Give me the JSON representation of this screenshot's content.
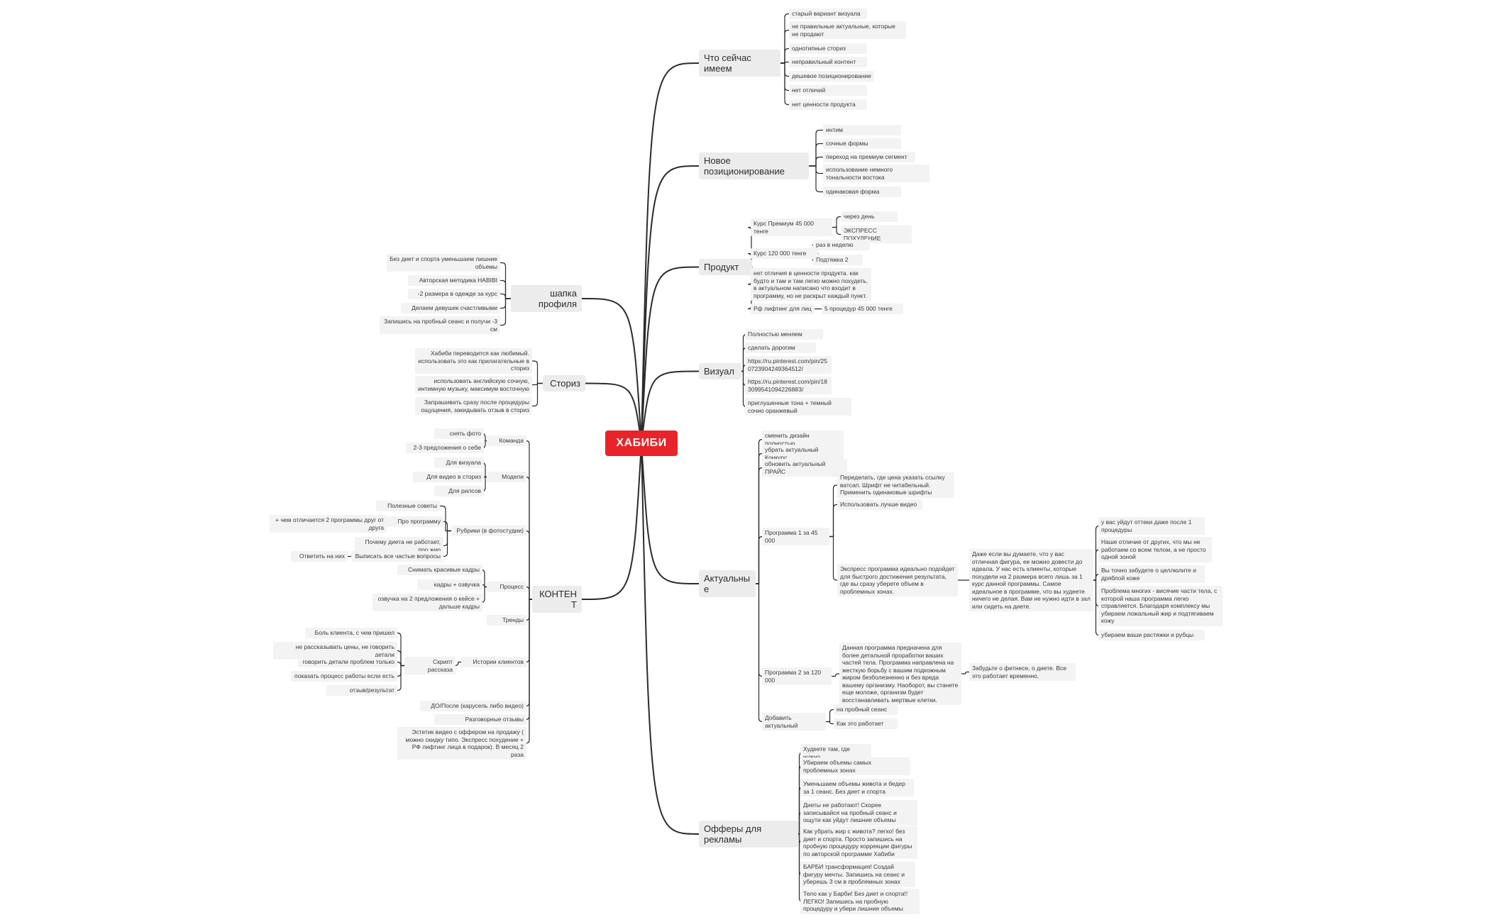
{
  "root": "ХАБИБИ",
  "branches": [
    {
      "label": "Что сейчас имеем",
      "children": [
        {
          "label": "старый вариант визуала"
        },
        {
          "label": "не правильные актуальные, которые не продают"
        },
        {
          "label": "однотипные сториз"
        },
        {
          "label": "неправильный контент"
        },
        {
          "label": "дешевое позиционирование"
        },
        {
          "label": "нет отличий"
        },
        {
          "label": "нет ценности продукта"
        }
      ]
    },
    {
      "label": "Новое позиционирование",
      "children": [
        {
          "label": "интим"
        },
        {
          "label": "сочные формы"
        },
        {
          "label": "переход на премиум сегмент"
        },
        {
          "label": "использование немного тональности востока"
        },
        {
          "label": "одинаковая форма"
        }
      ]
    },
    {
      "label": "Продукт",
      "children": [
        {
          "label": "Курс Премиум 45 000 тенге",
          "children": [
            {
              "label": "через день"
            },
            {
              "label": "ЭКСПРЕСС ПОХУДЕНИЕ"
            }
          ]
        },
        {
          "label": "Курс 120 000 тенге",
          "children": [
            {
              "label": "раз в неделю"
            },
            {
              "label": "Подтяжка 2"
            }
          ]
        },
        {
          "label": "нет отличия в ценности продукта. как будто и там и там легко можно похудеть. в актуальном написано что входит в программу, но не раскрыт каждый пункт."
        },
        {
          "label": "Рф лифтинг для лиц",
          "children": [
            {
              "label": "5 процедур 45 000 тенге"
            }
          ]
        }
      ]
    },
    {
      "label": "Визуал",
      "children": [
        {
          "label": "Полностью меняем"
        },
        {
          "label": "сделать дорогим"
        },
        {
          "label": "https://ru.pinterest.com/pin/250723904249364512/"
        },
        {
          "label": "https://ru.pinterest.com/pin/18309954109422688З/"
        },
        {
          "label": "приглушенные тона + темный сочно оранжевый"
        }
      ]
    },
    {
      "label": "Актуальные",
      "children": [
        {
          "label": "сменить дизайн полностью"
        },
        {
          "label": "убрать актуальный Конкурс"
        },
        {
          "label": "обновить актуальный ПРАЙС"
        },
        {
          "label": "Программа 1 за 45 000",
          "children": [
            {
              "label": "Переделать, где цена указать ссылку ватсап. Шрифт не читабельный. Применить одинаковые шрифты"
            },
            {
              "label": "Использовать лучше видео"
            },
            {
              "label": "Экспресс программа идеально подойдет для быстрого достижения результата, где вы сразу уберете объем в проблемных зонах.",
              "children": [
                {
                  "label": "Даже если вы думаете, что у вас отличная фигура, ее можно довести до идеала. У нас есть клиенты, которые похудели на 2 размера всего лишь за 1 курс данной программы. Самое идеальное в программе, что вы худеете ничего не делая. Вам не нужно идти в зал или сидеть на диете.",
                  "children": [
                    {
                      "label": "у вас уйдут оттеки даже после 1 процедуры"
                    },
                    {
                      "label": "Наше отличие от других, что мы не работаем со всем телом, а не  просто одной зоной"
                    },
                    {
                      "label": "Вы точно забудете о целлюлите и дряблой коже"
                    },
                    {
                      "label": "Проблема многих - висячие части тела, с которой наша программа легко справляется. Благодаря комплексу мы убираем ложальный жир и подтягиваем кожу"
                    },
                    {
                      "label": " убираем ваши растяжки и рубцы"
                    }
                  ]
                }
              ]
            }
          ]
        },
        {
          "label": "Программа 2 за 120 000",
          "children": [
            {
              "label": "Данная программа предначена для более детальной проработки ваших частей тела. Программа направлена на жесткую борьбу с вашим подкожным жиром безболезненно и без вреда вашему организму. Наоборот, вы станете еще моложе, организм будет восстанавливать мертвые клетки.",
              "children": [
                {
                  "label": "Забудьте о фитнесе, о диете. Все это работает временно,"
                }
              ]
            }
          ]
        },
        {
          "label": "Добавить актуальный",
          "children": [
            {
              "label": "на пробный сеанс"
            },
            {
              "label": "Как это работает"
            }
          ]
        }
      ]
    },
    {
      "label": "Офферы для рекламы",
      "children": [
        {
          "label": "Худеете там, где нужно"
        },
        {
          "label": "Убираем объемы самых проблемных зонах"
        },
        {
          "label": "Уменьшаем объемы живота и бедер за 1 сеанс. Без диет и спорта"
        },
        {
          "label": "Диеты не работают! Скорее записывайся на пробный сеанс и ощути как уйдут лишние объемы"
        },
        {
          "label": "Как убрать жир с живота? легко! без диет и спорта. Просто запишись на пробную процедуру коррекции фигуры по авторской программе Хабиби"
        },
        {
          "label": "БАРБИ трансформация! Создай фигуру мечты. Запишись на сеанс и уберешь 3 см в проблемных зонах"
        },
        {
          "label": "Тело как у Барби! Без диет и спорта!! ЛЕГКО! Запишись на пробную процедуру и убери лишние объемы"
        }
      ]
    },
    {
      "label": "шапка профиля",
      "children": [
        {
          "label": "Без диет и спорта уменьшаем лишние объемы"
        },
        {
          "label": "Авторская методика HABIBI"
        },
        {
          "label": "-2 размера в одежде за курс"
        },
        {
          "label": "Делаем девушек счастливыми"
        },
        {
          "label": "Запишись на пробный сеанс и получи -3 см"
        }
      ]
    },
    {
      "label": "Сториз",
      "children": [
        {
          "label": "Хабиби переводится как любимый. использовать это как прилагательные в сториз"
        },
        {
          "label": "использовать английскую сочную, интимную музыку, максимум восточную"
        },
        {
          "label": "Запрашивать сразу после процедуры ощущения, закидывать отзыв в сториз"
        }
      ]
    },
    {
      "label": "КОНТЕНТ",
      "children": [
        {
          "label": "Команда",
          "children": [
            {
              "label": "снять фото"
            },
            {
              "label": "2-3 предложения о себе"
            }
          ]
        },
        {
          "label": "Модели",
          "children": [
            {
              "label": "Для визуала"
            },
            {
              "label": "Для видео в сториз"
            },
            {
              "label": "Для рилсов"
            }
          ]
        },
        {
          "label": "Рубрики (в фотостудии)",
          "children": [
            {
              "label": "Полезные советы"
            },
            {
              "label": "Про программу",
              "children": [
                {
                  "label": "+ чем отличается 2 программы друг от друга"
                }
              ]
            },
            {
              "label": "Почему диета не работает, про жир"
            },
            {
              "label": "Выписать все частые вопросы",
              "children": [
                {
                  "label": "Ответить на них"
                }
              ]
            }
          ]
        },
        {
          "label": "Процесс",
          "children": [
            {
              "label": "Снимать красивые кадры"
            },
            {
              "label": "кадры + озвучка"
            },
            {
              "label": "озвучка на 2 предложения о кейсе + дальше кадры"
            }
          ]
        },
        {
          "label": "Тренды"
        },
        {
          "label": "Истории клиентов",
          "children": [
            {
              "label": "Скрипт рассказа",
              "children": [
                {
                  "label": "Боль клиента, с чем пришел"
                },
                {
                  "label": "не рассказывать цены, не говорить детали"
                },
                {
                  "label": "говорить детали проблем только"
                },
                {
                  "label": "показать процесс работы если есть"
                },
                {
                  "label": "отзыв/результат"
                }
              ]
            }
          ]
        },
        {
          "label": "ДО/После (карусель либо видео)"
        },
        {
          "label": "Разговорные отзывы"
        },
        {
          "label": "Эстетик видео с оффером на продажу ( можно скидку типо. Экспресс похудение + РФ лифтинг лица в подарок). В месяц 2 раза"
        }
      ]
    }
  ]
}
